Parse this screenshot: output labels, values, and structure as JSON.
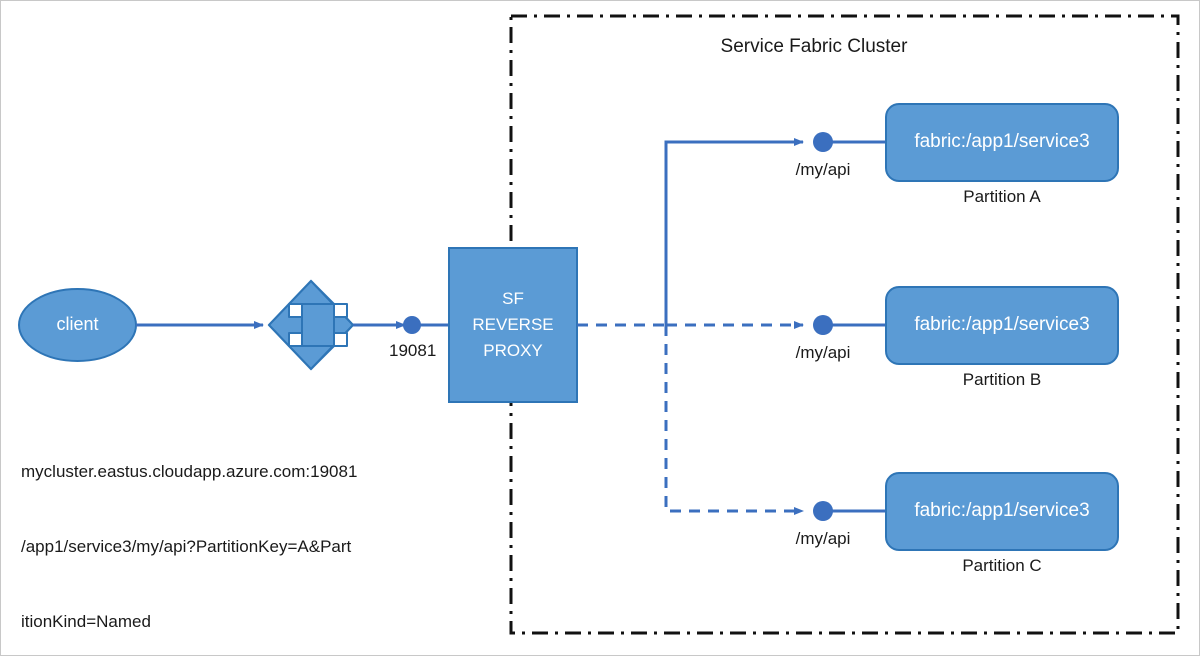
{
  "diagram": {
    "title": "Service Fabric reverse proxy partition routing",
    "colors": {
      "node_fill": "#5B9BD5",
      "node_stroke": "#2E75B6",
      "connector": "#3B6FBF",
      "cluster_border": "#111111",
      "text_dark": "#1a1a1a",
      "text_light": "#ffffff",
      "page_border": "#c8c8c8"
    }
  },
  "cluster": {
    "title": "Service Fabric Cluster"
  },
  "client": {
    "label": "client"
  },
  "load_balancer": {
    "icon": "four-way-arrow-icon"
  },
  "proxy": {
    "line1": "SF",
    "line2": "REVERSE",
    "line3": "PROXY",
    "full_label": "SF REVERSE PROXY"
  },
  "port": {
    "label": "19081"
  },
  "url": {
    "line1": "mycluster.eastus.cloudapp.azure.com:19081",
    "line2": "/app1/service3/my/api?PartitionKey=A&Part",
    "line3": "itionKind=Named",
    "full": "mycluster.eastus.cloudapp.azure.com:19081/app1/service3/my/api?PartitionKey=A&PartitionKind=Named"
  },
  "services": [
    {
      "id": "partition-a",
      "label": "fabric:/app1/service3",
      "caption": "Partition A",
      "endpoint": "/my/api",
      "route_style": "solid"
    },
    {
      "id": "partition-b",
      "label": "fabric:/app1/service3",
      "caption": "Partition B",
      "endpoint": "/my/api",
      "route_style": "dashed"
    },
    {
      "id": "partition-c",
      "label": "fabric:/app1/service3",
      "caption": "Partition C",
      "endpoint": "/my/api",
      "route_style": "dashed"
    }
  ]
}
